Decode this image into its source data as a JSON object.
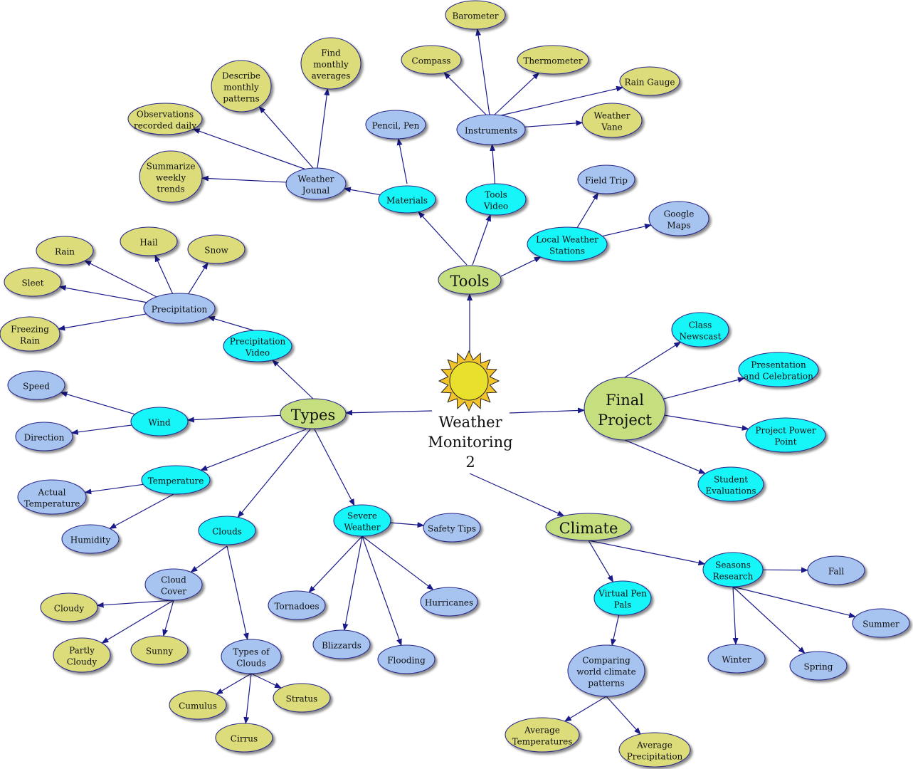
{
  "center": {
    "label": [
      "Weather",
      "Monitoring",
      "2"
    ]
  },
  "colors": {
    "edge": "#1a1a8a",
    "olive": "#dcdc7a",
    "blue": "#a7c3ef",
    "cyan": "#12f5f8",
    "green": "#c5df7e",
    "outline": "#2a2a8a",
    "sun": "#e8e02c"
  },
  "nodes": [
    {
      "id": "tools",
      "label": [
        "Tools"
      ],
      "color": "green"
    },
    {
      "id": "types",
      "label": [
        "Types"
      ],
      "color": "green"
    },
    {
      "id": "final_project",
      "label": [
        "Final",
        "Project"
      ],
      "color": "green"
    },
    {
      "id": "climate",
      "label": [
        "Climate"
      ],
      "color": "green"
    },
    {
      "id": "materials",
      "label": [
        "Materials"
      ],
      "color": "cyan"
    },
    {
      "id": "tools_video",
      "label": [
        "Tools",
        "Video"
      ],
      "color": "cyan"
    },
    {
      "id": "local_weather",
      "label": [
        "Local Weather",
        "Stations"
      ],
      "color": "cyan"
    },
    {
      "id": "weather_journal",
      "label": [
        "Weather",
        "Jounal"
      ],
      "color": "blue"
    },
    {
      "id": "pencil_pen",
      "label": [
        "Pencil, Pen"
      ],
      "color": "blue"
    },
    {
      "id": "instruments",
      "label": [
        "Instruments"
      ],
      "color": "blue"
    },
    {
      "id": "barometer",
      "label": [
        "Barometer"
      ],
      "color": "olive"
    },
    {
      "id": "compass",
      "label": [
        "Compass"
      ],
      "color": "olive"
    },
    {
      "id": "thermometer",
      "label": [
        "Thermometer"
      ],
      "color": "olive"
    },
    {
      "id": "rain_gauge",
      "label": [
        "Rain Gauge"
      ],
      "color": "olive"
    },
    {
      "id": "weather_vane",
      "label": [
        "Weather",
        "Vane"
      ],
      "color": "olive"
    },
    {
      "id": "find_monthly",
      "label": [
        "Find",
        "monthly",
        "averages"
      ],
      "color": "olive"
    },
    {
      "id": "describe_monthly",
      "label": [
        "Describe",
        "monthly",
        "patterns"
      ],
      "color": "olive"
    },
    {
      "id": "observations",
      "label": [
        "Observations",
        "recorded daily"
      ],
      "color": "olive"
    },
    {
      "id": "summarize",
      "label": [
        "Summarize",
        "weekly",
        "trends"
      ],
      "color": "olive"
    },
    {
      "id": "field_trip",
      "label": [
        "Field Trip"
      ],
      "color": "blue"
    },
    {
      "id": "google_maps",
      "label": [
        "Google",
        "Maps"
      ],
      "color": "blue"
    },
    {
      "id": "precip_video",
      "label": [
        "Precipitation",
        "Video"
      ],
      "color": "cyan"
    },
    {
      "id": "precipitation",
      "label": [
        "Precipitation"
      ],
      "color": "blue"
    },
    {
      "id": "rain",
      "label": [
        "Rain"
      ],
      "color": "olive"
    },
    {
      "id": "hail",
      "label": [
        "Hail"
      ],
      "color": "olive"
    },
    {
      "id": "snow",
      "label": [
        "Snow"
      ],
      "color": "olive"
    },
    {
      "id": "sleet",
      "label": [
        "Sleet"
      ],
      "color": "olive"
    },
    {
      "id": "freezing_rain",
      "label": [
        "Freezing",
        "Rain"
      ],
      "color": "olive"
    },
    {
      "id": "wind",
      "label": [
        "Wind"
      ],
      "color": "cyan"
    },
    {
      "id": "speed",
      "label": [
        "Speed"
      ],
      "color": "blue"
    },
    {
      "id": "direction",
      "label": [
        "Direction"
      ],
      "color": "blue"
    },
    {
      "id": "temperature",
      "label": [
        "Temperature"
      ],
      "color": "cyan"
    },
    {
      "id": "actual_temp",
      "label": [
        "Actual",
        "Temperature"
      ],
      "color": "blue"
    },
    {
      "id": "humidity",
      "label": [
        "Humidity"
      ],
      "color": "blue"
    },
    {
      "id": "clouds",
      "label": [
        "Clouds"
      ],
      "color": "cyan"
    },
    {
      "id": "cloud_cover",
      "label": [
        "Cloud",
        "Cover"
      ],
      "color": "blue"
    },
    {
      "id": "cloudy",
      "label": [
        "Cloudy"
      ],
      "color": "olive"
    },
    {
      "id": "partly_cloudy",
      "label": [
        "Partly",
        "Cloudy"
      ],
      "color": "olive"
    },
    {
      "id": "sunny",
      "label": [
        "Sunny"
      ],
      "color": "olive"
    },
    {
      "id": "types_of_clouds",
      "label": [
        "Types of",
        "Clouds"
      ],
      "color": "blue"
    },
    {
      "id": "cumulus",
      "label": [
        "Cumulus"
      ],
      "color": "olive"
    },
    {
      "id": "stratus",
      "label": [
        "Stratus"
      ],
      "color": "olive"
    },
    {
      "id": "cirrus",
      "label": [
        "Cirrus"
      ],
      "color": "olive"
    },
    {
      "id": "severe_weather",
      "label": [
        "Severe",
        "Weather"
      ],
      "color": "cyan"
    },
    {
      "id": "safety_tips",
      "label": [
        "Safety Tips"
      ],
      "color": "blue"
    },
    {
      "id": "tornadoes",
      "label": [
        "Tornadoes"
      ],
      "color": "blue"
    },
    {
      "id": "hurricanes",
      "label": [
        "Hurricanes"
      ],
      "color": "blue"
    },
    {
      "id": "blizzards",
      "label": [
        "Blizzards"
      ],
      "color": "blue"
    },
    {
      "id": "flooding",
      "label": [
        "Flooding"
      ],
      "color": "blue"
    },
    {
      "id": "class_newscast",
      "label": [
        "Class",
        "Newscast"
      ],
      "color": "cyan"
    },
    {
      "id": "presentation",
      "label": [
        "Presentation",
        "and Celebration"
      ],
      "color": "cyan"
    },
    {
      "id": "power_point",
      "label": [
        "Project Power",
        "Point"
      ],
      "color": "cyan"
    },
    {
      "id": "student_eval",
      "label": [
        "Student",
        "Evaluations"
      ],
      "color": "cyan"
    },
    {
      "id": "virtual_pen_pals",
      "label": [
        "Virtual Pen",
        "Pals"
      ],
      "color": "cyan"
    },
    {
      "id": "seasons_research",
      "label": [
        "Seasons",
        "Research"
      ],
      "color": "cyan"
    },
    {
      "id": "comparing",
      "label": [
        "Comparing",
        "world climate",
        "patterns"
      ],
      "color": "blue"
    },
    {
      "id": "avg_temperatures",
      "label": [
        "Average",
        "Temperatures"
      ],
      "color": "olive"
    },
    {
      "id": "avg_precipitation",
      "label": [
        "Average",
        "Precipitation"
      ],
      "color": "olive"
    },
    {
      "id": "fall",
      "label": [
        "Fall"
      ],
      "color": "blue"
    },
    {
      "id": "summer",
      "label": [
        "Summer"
      ],
      "color": "blue"
    },
    {
      "id": "winter",
      "label": [
        "Winter"
      ],
      "color": "blue"
    },
    {
      "id": "spring",
      "label": [
        "Spring"
      ],
      "color": "blue"
    }
  ],
  "edges": [
    [
      "center",
      "tools"
    ],
    [
      "center",
      "types"
    ],
    [
      "center",
      "final_project"
    ],
    [
      "center",
      "climate"
    ],
    [
      "tools",
      "materials"
    ],
    [
      "tools",
      "tools_video"
    ],
    [
      "tools",
      "local_weather"
    ],
    [
      "materials",
      "weather_journal"
    ],
    [
      "materials",
      "pencil_pen"
    ],
    [
      "tools_video",
      "instruments"
    ],
    [
      "instruments",
      "barometer"
    ],
    [
      "instruments",
      "compass"
    ],
    [
      "instruments",
      "thermometer"
    ],
    [
      "instruments",
      "rain_gauge"
    ],
    [
      "instruments",
      "weather_vane"
    ],
    [
      "weather_journal",
      "find_monthly"
    ],
    [
      "weather_journal",
      "describe_monthly"
    ],
    [
      "weather_journal",
      "observations"
    ],
    [
      "weather_journal",
      "summarize"
    ],
    [
      "local_weather",
      "field_trip"
    ],
    [
      "local_weather",
      "google_maps"
    ],
    [
      "types",
      "precip_video"
    ],
    [
      "types",
      "wind"
    ],
    [
      "types",
      "temperature"
    ],
    [
      "types",
      "clouds"
    ],
    [
      "types",
      "severe_weather"
    ],
    [
      "precip_video",
      "precipitation"
    ],
    [
      "precipitation",
      "rain"
    ],
    [
      "precipitation",
      "hail"
    ],
    [
      "precipitation",
      "snow"
    ],
    [
      "precipitation",
      "sleet"
    ],
    [
      "precipitation",
      "freezing_rain"
    ],
    [
      "wind",
      "speed"
    ],
    [
      "wind",
      "direction"
    ],
    [
      "temperature",
      "actual_temp"
    ],
    [
      "temperature",
      "humidity"
    ],
    [
      "clouds",
      "cloud_cover"
    ],
    [
      "clouds",
      "types_of_clouds"
    ],
    [
      "cloud_cover",
      "cloudy"
    ],
    [
      "cloud_cover",
      "partly_cloudy"
    ],
    [
      "cloud_cover",
      "sunny"
    ],
    [
      "types_of_clouds",
      "cumulus"
    ],
    [
      "types_of_clouds",
      "stratus"
    ],
    [
      "types_of_clouds",
      "cirrus"
    ],
    [
      "severe_weather",
      "safety_tips"
    ],
    [
      "severe_weather",
      "tornadoes"
    ],
    [
      "severe_weather",
      "hurricanes"
    ],
    [
      "severe_weather",
      "blizzards"
    ],
    [
      "severe_weather",
      "flooding"
    ],
    [
      "final_project",
      "class_newscast"
    ],
    [
      "final_project",
      "presentation"
    ],
    [
      "final_project",
      "power_point"
    ],
    [
      "final_project",
      "student_eval"
    ],
    [
      "climate",
      "virtual_pen_pals"
    ],
    [
      "climate",
      "seasons_research"
    ],
    [
      "virtual_pen_pals",
      "comparing"
    ],
    [
      "comparing",
      "avg_temperatures"
    ],
    [
      "comparing",
      "avg_precipitation"
    ],
    [
      "seasons_research",
      "fall"
    ],
    [
      "seasons_research",
      "summer"
    ],
    [
      "seasons_research",
      "winter"
    ],
    [
      "seasons_research",
      "spring"
    ]
  ]
}
